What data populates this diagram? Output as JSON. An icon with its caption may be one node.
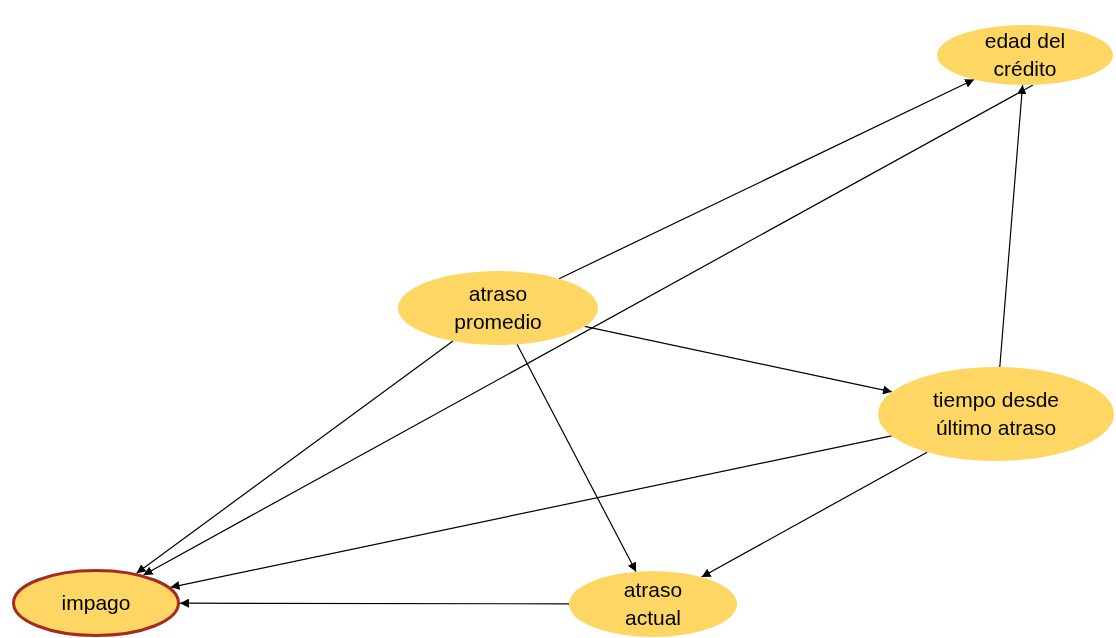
{
  "diagram": {
    "nodes": [
      {
        "text": [
          "edad del crédito"
        ]
      },
      {
        "text": [
          "atraso promedio"
        ]
      },
      {
        "text": [
          "tiempo desde último atraso"
        ]
      },
      {
        "text": [
          "impago"
        ]
      },
      {
        "text": [
          "atraso actual"
        ]
      }
    ],
    "edges": [
      {
        "from": 1,
        "to": 0,
        "arrow": "to"
      },
      {
        "from": 0,
        "to": 3,
        "arrow": "to"
      },
      {
        "from": 1,
        "to": 3,
        "arrow": "to"
      },
      {
        "from": 1,
        "to": 4,
        "arrow": "to"
      },
      {
        "from": 1,
        "to": 2,
        "arrow": "to"
      },
      {
        "from": 2,
        "to": 0,
        "arrow": "to"
      },
      {
        "from": 2,
        "to": 3,
        "arrow": "to"
      },
      {
        "from": 2,
        "to": 4,
        "arrow": "to"
      },
      {
        "from": 4,
        "to": 3,
        "arrow": "to"
      }
    ]
  }
}
